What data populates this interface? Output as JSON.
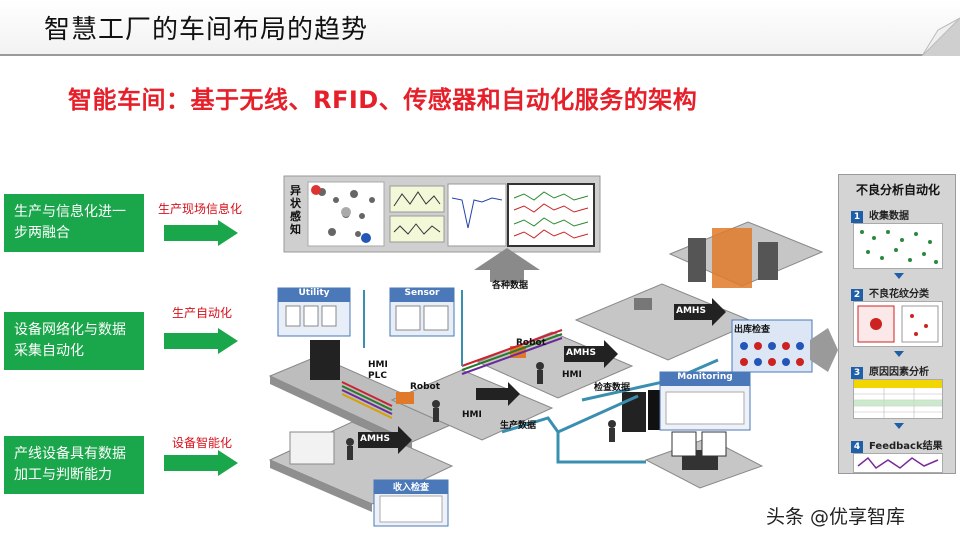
{
  "header": {
    "title": "智慧工厂的车间布局的趋势"
  },
  "subtitle": "智能车间：基于无线、RFID、传感器和自动化服务的架构",
  "left_rows": [
    {
      "box": "生产与信息化进一步两融合",
      "label": "生产现场信息化"
    },
    {
      "box": "设备网络化与数据采集自动化",
      "label": "生产自动化"
    },
    {
      "box": "产线设备具有数据加工与判断能力",
      "label": "设备智能化"
    }
  ],
  "diagram": {
    "anomaly_vertical": "异状感知",
    "various_data": "各种数据",
    "utility": "Utility",
    "sensor": "Sensor",
    "hmi_plc": "HMI\nPLC",
    "robot_1": "Robot",
    "robot_2": "Robot",
    "hmi_1": "HMI",
    "hmi_2": "HMI",
    "amhs_1": "AMHS",
    "amhs_2": "AMHS",
    "amhs_3": "AMHS",
    "outbound_inspection": "出库检查",
    "inspection_data": "检查数据",
    "production_data": "生产数据",
    "monitoring": "Monitoring",
    "inbound_inspection": "收入检查"
  },
  "right_panel": {
    "title": "不良分析自动化",
    "steps": [
      {
        "num": "1",
        "label": "收集数据"
      },
      {
        "num": "2",
        "label": "不良花纹分类"
      },
      {
        "num": "3",
        "label": "原因因素分析"
      },
      {
        "num": "4",
        "label": "Feedback结果"
      }
    ]
  },
  "watermark": "头条 @优享智库",
  "colors": {
    "green": "#1aa64a",
    "red": "#e6202a",
    "blue": "#1f5fa8",
    "teal": "#3a8fb0"
  }
}
